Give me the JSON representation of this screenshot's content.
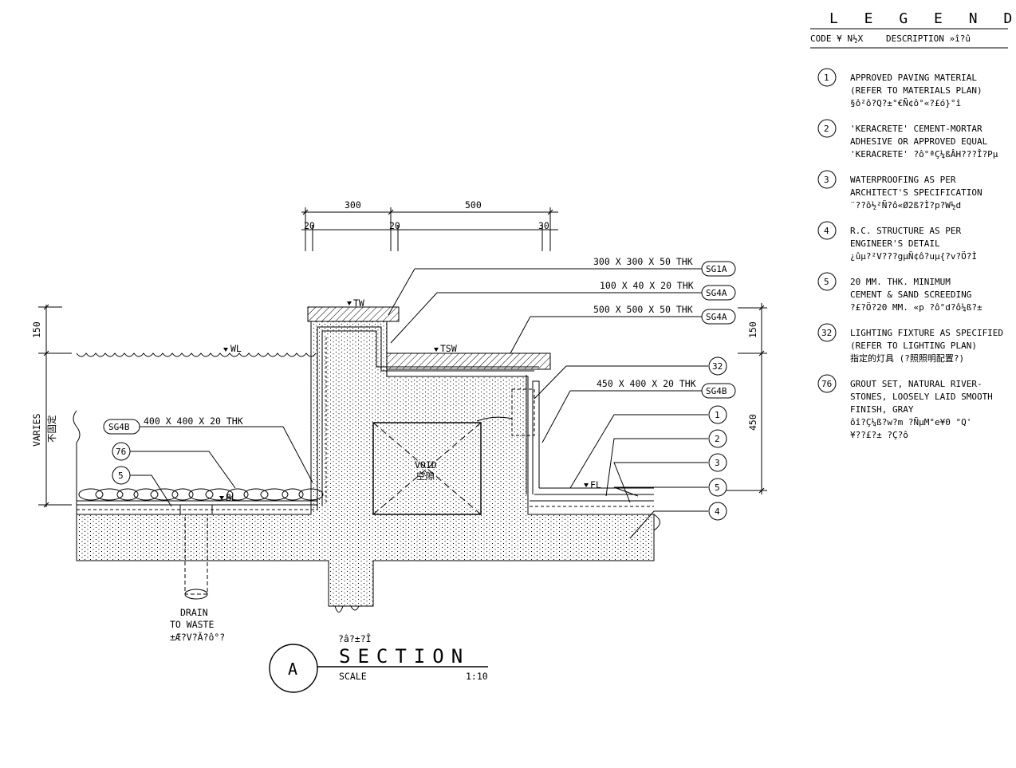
{
  "legend": {
    "title": "L E G E N D  列表",
    "code_header": "CODE ¥ N½X",
    "description_header": "DESCRIPTION  »î?û",
    "items": [
      {
        "code": "1",
        "lines": [
          "APPROVED PAVING MATERIAL",
          "(REFER TO MATERIALS PLAN)",
          "§ô²ô?Q?±°€Ñ¢ô°«?£ó}°î"
        ]
      },
      {
        "code": "2",
        "lines": [
          "'KERACRETE' CEMENT-MORTAR",
          "ADHESIVE OR APPROVED EQUAL",
          "'KERACRETE' ?ô°ªÇ¼ßÂH???Î?Pµ"
        ]
      },
      {
        "code": "3",
        "lines": [
          "WATERPROOFING AS PER",
          "ARCHITECT'S SPECIFICATION",
          "¨??ô½²Ñ?ô«Ø2ß?Ì?p?W½d"
        ]
      },
      {
        "code": "4",
        "lines": [
          "R.C. STRUCTURE AS PER",
          "ENGINEER'S DETAIL",
          "¿ûµ?²V???gµÑ¢ô?uµ{?v?Ö?Ì"
        ]
      },
      {
        "code": "5",
        "lines": [
          "20 MM. THK. MINIMUM",
          "CEMENT & SAND SCREEDING",
          "?£?Ö?20 MM. «p ?ô°d?ô¼ß?±"
        ]
      },
      {
        "code": "32",
        "lines": [
          "LIGHTING FIXTURE AS SPECIFIED",
          "(REFER TO LIGHTING PLAN)",
          "指定的灯具 (?照照明配置?)"
        ]
      },
      {
        "code": "76",
        "lines": [
          "GROUT SET, NATURAL RIVER-",
          "STONES, LOOSELY LAID SMOOTH",
          "FINISH, GRAY",
          "ôî?Ç¼ß?w?m ?ÑµM°e¥0 °Q'",
          "¥??£?± ?Ç?ô"
        ]
      }
    ]
  },
  "section": {
    "marker": "A",
    "chinese_title": "?â?±?Î",
    "title": "SECTION",
    "scale_label": "SCALE",
    "scale_value": "1:10"
  },
  "dimensions": {
    "top": [
      "300",
      "500"
    ],
    "top_small": [
      "20",
      "20",
      "30"
    ],
    "left_150": "150",
    "left_varies": "VARIES",
    "left_varies_cn": "不固定",
    "right_150": "150",
    "right_450": "450"
  },
  "levels": {
    "tw": "TW",
    "wl": "WL",
    "tsw": "TSW",
    "fl": "FL",
    "bl": "BL"
  },
  "callouts": {
    "sg1a_text": "300 X 300 X 50 THK",
    "sg1a_tag": "SG1A",
    "sg4a_1_text": "100 X 40 X 20 THK",
    "sg4a_1_tag": "SG4A",
    "sg4a_2_text": "500 X 500 X 50 THK",
    "sg4a_2_tag": "SG4A",
    "light_tag": "32",
    "sg4b_r_text": "450 X 400 X 20 THK",
    "sg4b_r_tag": "SG4B",
    "sg4b_l_text": "400 X 400 X 20 THK",
    "sg4b_l_tag": "SG4B",
    "stones_tag": "76",
    "screed_tag": "5",
    "right_tags": [
      "1",
      "2",
      "3",
      "5",
      "4"
    ]
  },
  "void": {
    "label": "VOID",
    "label_cn": "空隙"
  },
  "drain": {
    "lines": [
      "DRAIN",
      "TO WASTE",
      "±Æ?V?Ã?ô°?"
    ]
  }
}
